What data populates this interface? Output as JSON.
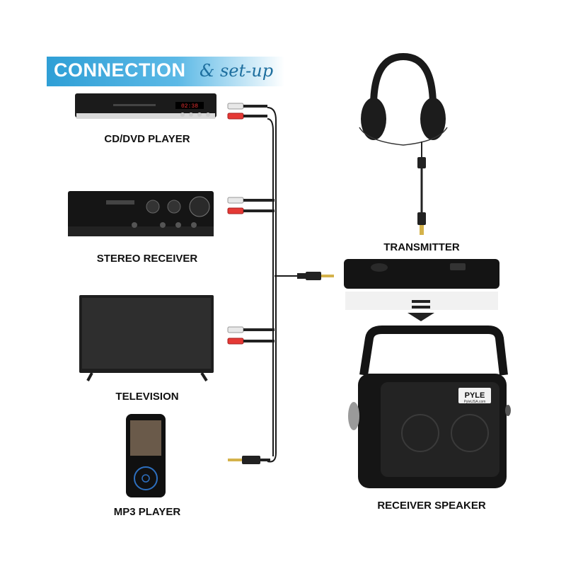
{
  "banner": {
    "main": "CONNECTION",
    "script": "& set-up"
  },
  "devices": {
    "dvd": "CD/DVD PLAYER",
    "stereo": "STEREO RECEIVER",
    "tv": "TELEVISION",
    "mp3": "MP3 PLAYER",
    "transmitter": "TRANSMITTER",
    "receiver": "RECEIVER SPEAKER"
  },
  "brand": {
    "logo": "PYLE",
    "site": "PyleUSA.com"
  },
  "dvd_display": "02:38"
}
